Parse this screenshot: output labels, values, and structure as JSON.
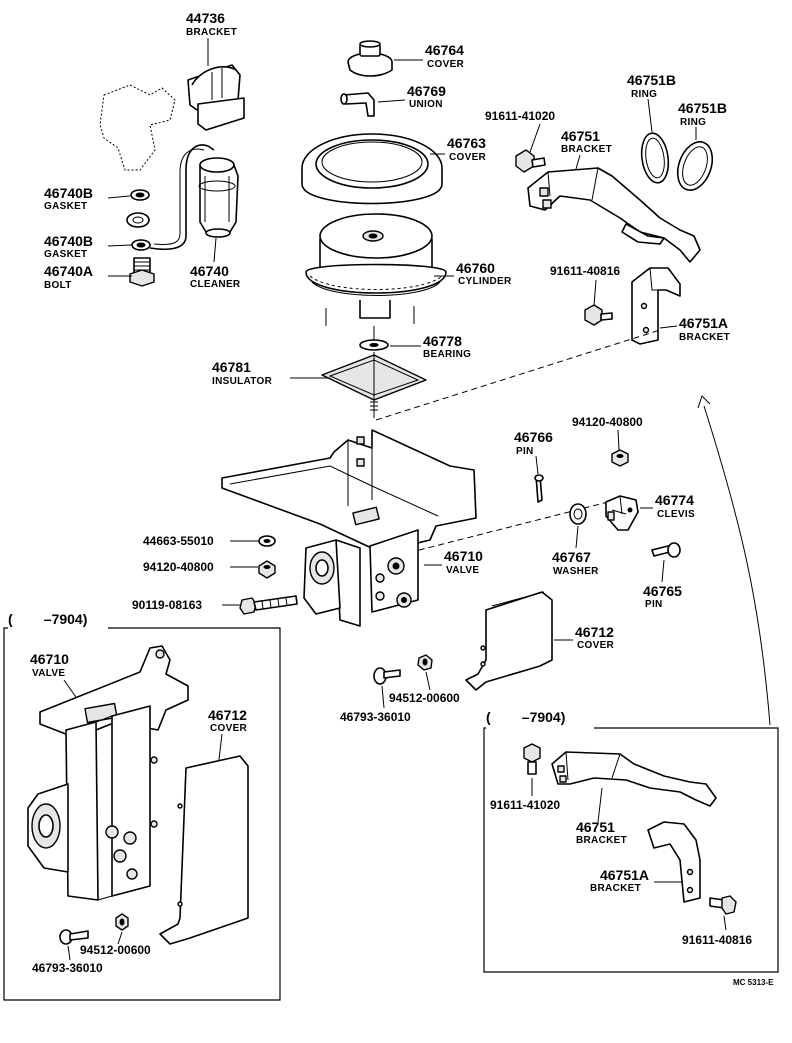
{
  "labels": {
    "l44736": {
      "num": "44736",
      "name": "BRACKET"
    },
    "l46764": {
      "num": "46764",
      "name": "COVER"
    },
    "l46769": {
      "num": "46769",
      "name": "UNION"
    },
    "l46763": {
      "num": "46763",
      "name": "COVER"
    },
    "l46751B_a": {
      "num": "46751B",
      "name": "RING"
    },
    "l46751B_b": {
      "num": "46751B",
      "name": "RING"
    },
    "l91611_41020": {
      "num": "91611-41020"
    },
    "l46751": {
      "num": "46751",
      "name": "BRACKET"
    },
    "l46740B_a": {
      "num": "46740B",
      "name": "GASKET"
    },
    "l46740B_b": {
      "num": "46740B",
      "name": "GASKET"
    },
    "l46740A": {
      "num": "46740A",
      "name": "BOLT"
    },
    "l46740": {
      "num": "46740",
      "name": "CLEANER"
    },
    "l46760": {
      "num": "46760",
      "name": "CYLINDER"
    },
    "l91611_40816": {
      "num": "91611-40816"
    },
    "l46751A": {
      "num": "46751A",
      "name": "BRACKET"
    },
    "l46778": {
      "num": "46778",
      "name": "BEARING"
    },
    "l46781": {
      "num": "46781",
      "name": "INSULATOR"
    },
    "l94120_40800_top": {
      "num": "94120-40800"
    },
    "l46766": {
      "num": "46766",
      "name": "PIN"
    },
    "l46774": {
      "num": "46774",
      "name": "CLEVIS"
    },
    "l44663_55010": {
      "num": "44663-55010"
    },
    "l46710": {
      "num": "46710",
      "name": "VALVE"
    },
    "l46767": {
      "num": "46767",
      "name": "WASHER"
    },
    "l94120_40800": {
      "num": "94120-40800"
    },
    "l46765": {
      "num": "46765",
      "name": "PIN"
    },
    "l90119_08163": {
      "num": "90119-08163"
    },
    "l46712": {
      "num": "46712",
      "name": "COVER"
    },
    "l94512_00600": {
      "num": "94512-00600"
    },
    "l46793_36010": {
      "num": "46793-36010"
    }
  },
  "inset_left": {
    "range": "(        –7904)",
    "valve": {
      "num": "46710",
      "name": "VALVE"
    },
    "cover": {
      "num": "46712",
      "name": "COVER"
    },
    "nut": {
      "num": "94512-00600"
    },
    "screw": {
      "num": "46793-36010"
    }
  },
  "inset_right": {
    "range": "(        –7904)",
    "bolt_top": {
      "num": "91611-41020"
    },
    "bracket": {
      "num": "46751",
      "name": "BRACKET"
    },
    "bracket_a": {
      "num": "46751A",
      "name": "BRACKET"
    },
    "bolt_bottom": {
      "num": "91611-40816"
    }
  },
  "diagram_code": "MC 5313-E"
}
